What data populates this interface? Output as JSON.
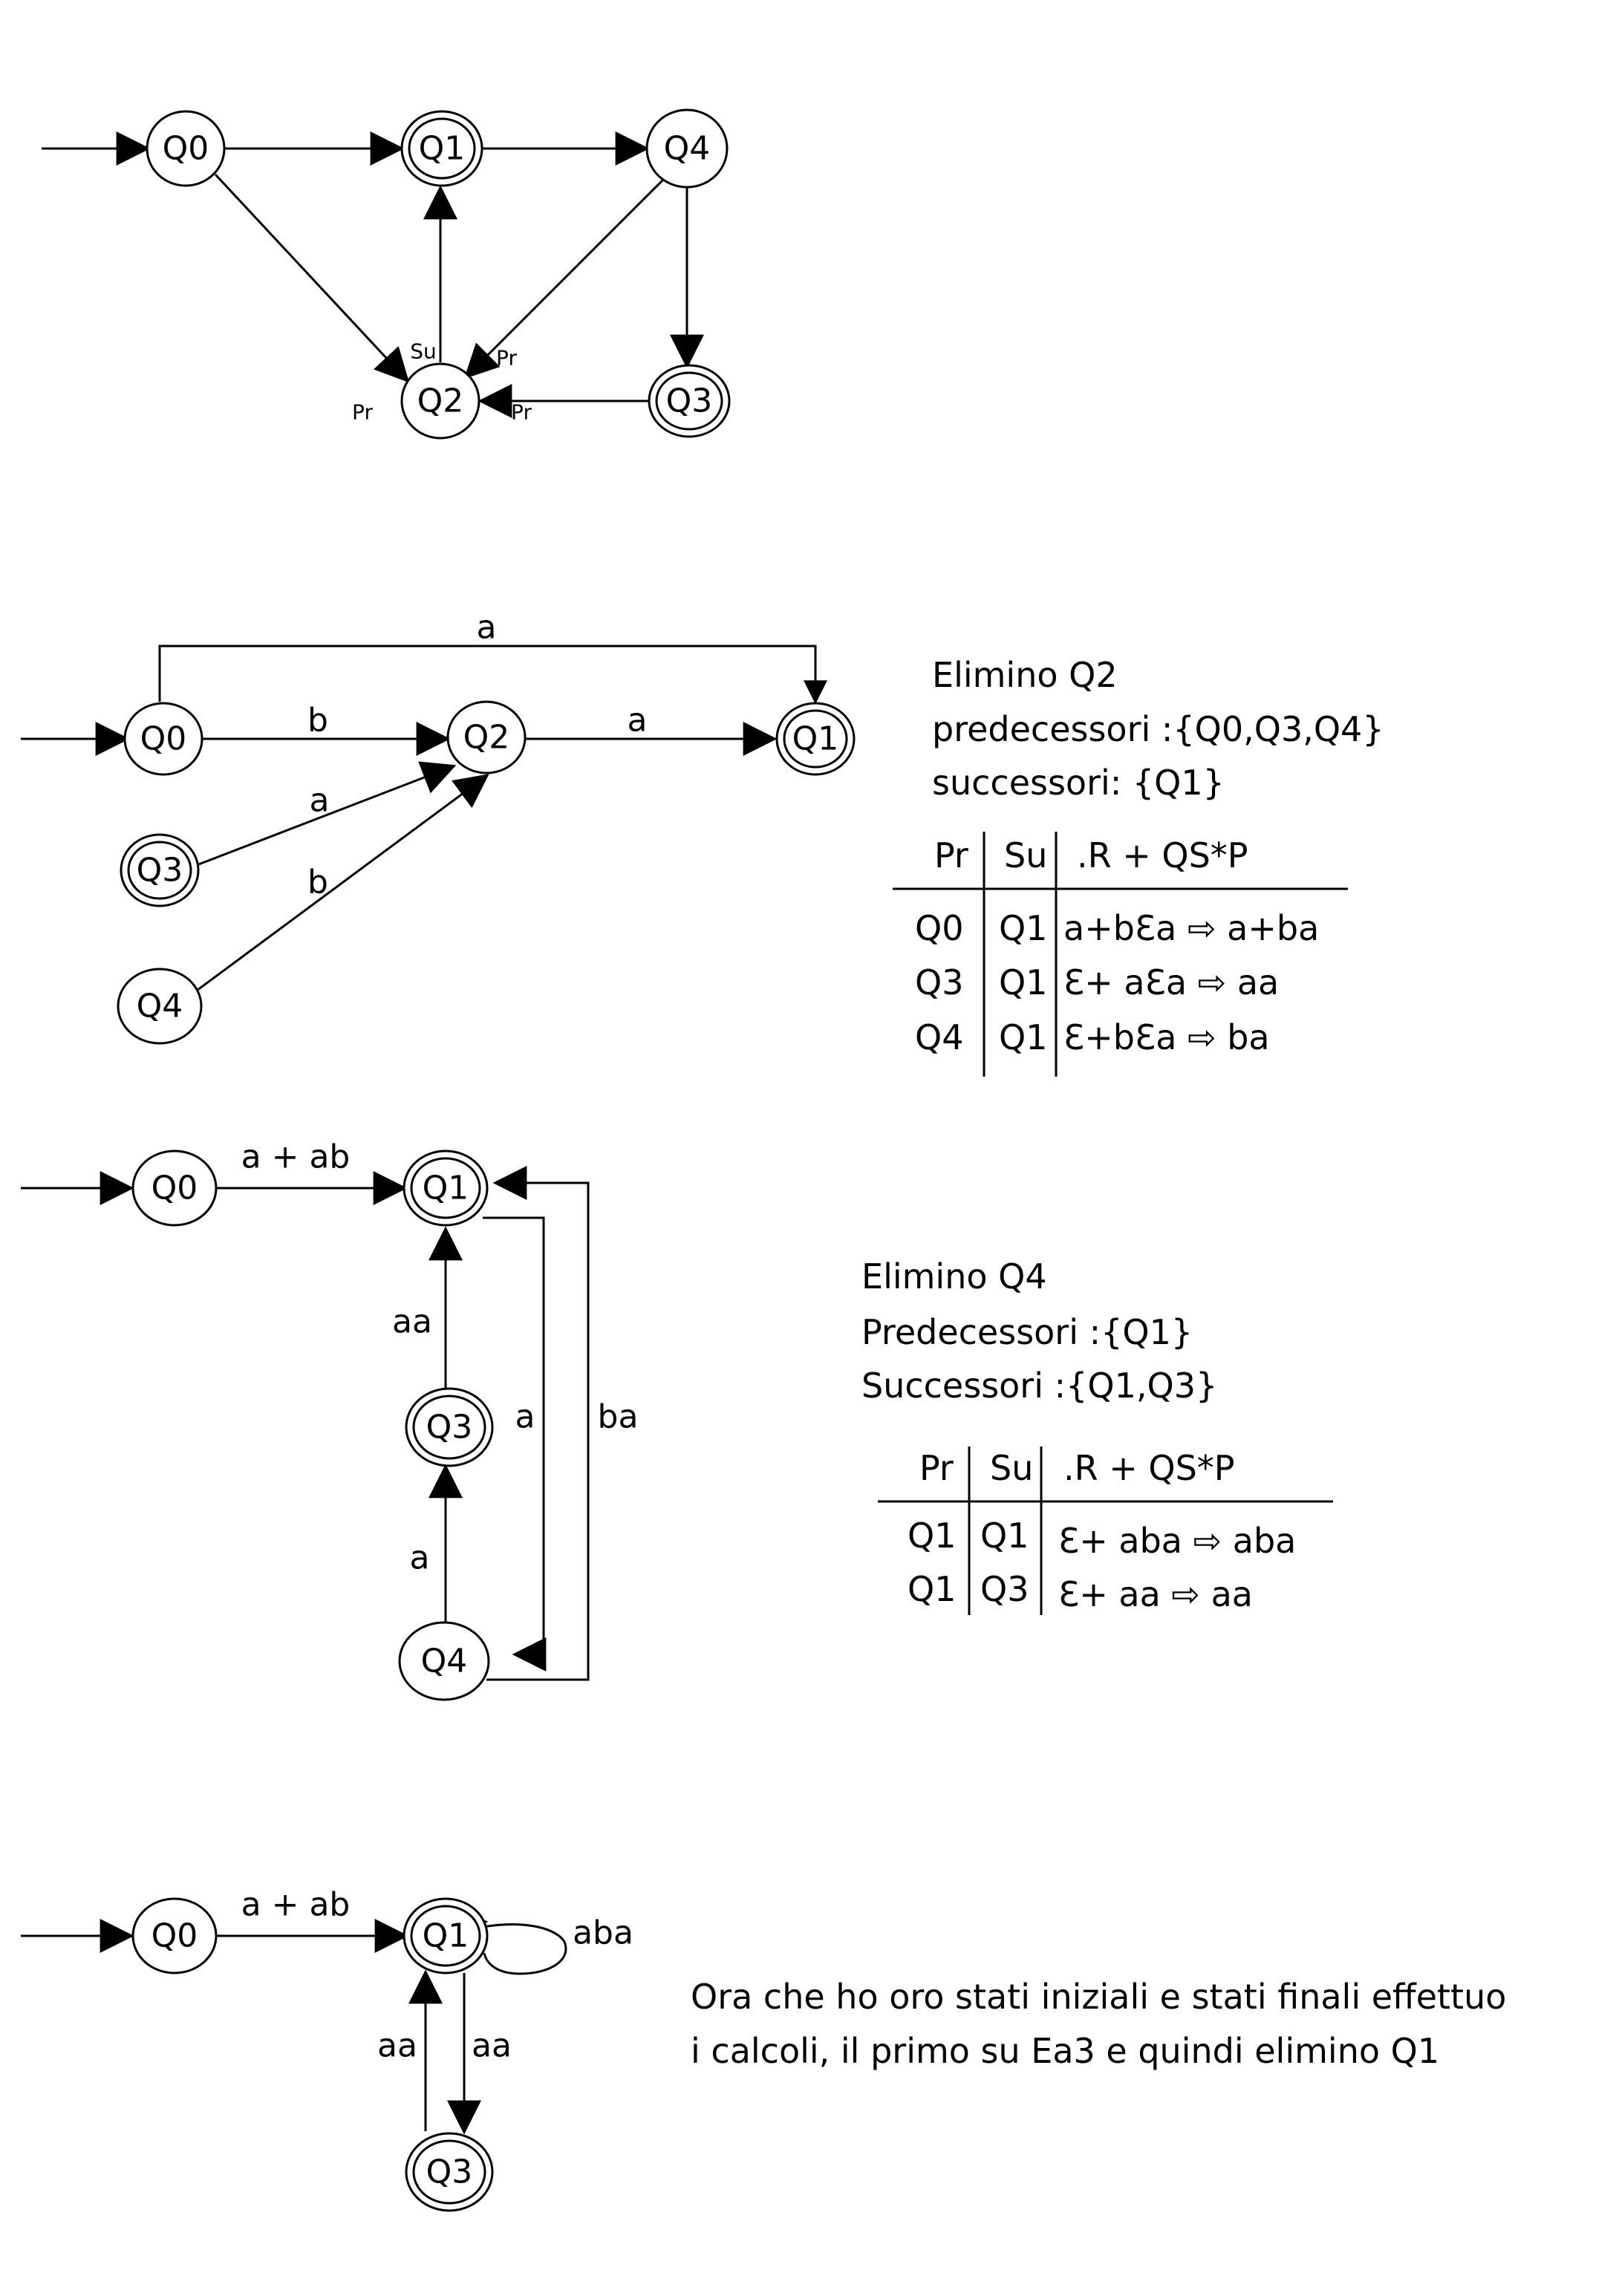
{
  "diagrams": [
    {
      "name": "d1",
      "nodes": [
        {
          "id": "Q0",
          "label": "Q0",
          "final": false
        },
        {
          "id": "Q1",
          "label": "Q1",
          "final": true
        },
        {
          "id": "Q4",
          "label": "Q4",
          "final": false
        },
        {
          "id": "Q2",
          "label": "Q2",
          "final": false
        },
        {
          "id": "Q3",
          "label": "Q3",
          "final": true
        }
      ],
      "tags": [
        "Su",
        "Pr",
        "Pr",
        "Pr"
      ]
    },
    {
      "name": "d2",
      "nodes": [
        {
          "id": "Q0",
          "label": "Q0",
          "final": false
        },
        {
          "id": "Q2",
          "label": "Q2",
          "final": false
        },
        {
          "id": "Q1",
          "label": "Q1",
          "final": true
        },
        {
          "id": "Q3",
          "label": "Q3",
          "final": true
        },
        {
          "id": "Q4",
          "label": "Q4",
          "final": false
        }
      ],
      "edge_labels": [
        "a",
        "b",
        "a",
        "a",
        "b"
      ]
    },
    {
      "name": "d3",
      "nodes": [
        {
          "id": "Q0",
          "label": "Q0",
          "final": false
        },
        {
          "id": "Q1",
          "label": "Q1",
          "final": true
        },
        {
          "id": "Q3",
          "label": "Q3",
          "final": true
        },
        {
          "id": "Q4",
          "label": "Q4",
          "final": false
        }
      ],
      "edge_labels": [
        "a + ab",
        "aa",
        "a",
        "a",
        "ba"
      ]
    },
    {
      "name": "d4",
      "nodes": [
        {
          "id": "Q0",
          "label": "Q0",
          "final": false
        },
        {
          "id": "Q1",
          "label": "Q1",
          "final": true
        },
        {
          "id": "Q3",
          "label": "Q3",
          "final": true
        }
      ],
      "edge_labels": [
        "a + ab",
        "aba",
        "aa",
        "aa"
      ]
    }
  ],
  "notes": {
    "elim_q2": {
      "lines": [
        "Elimino Q2",
        "predecessori :{Q0,Q3,Q4}",
        "successori: {Q1}"
      ],
      "table": {
        "headers": [
          "Pr",
          "Su",
          ".R + QS*P"
        ],
        "rows": [
          [
            "Q0",
            "Q1",
            "a+bƐa ⇨ a+ba"
          ],
          [
            "Q3",
            "Q1",
            "Ɛ+ aƐa ⇨ aa"
          ],
          [
            "Q4",
            "Q1",
            "Ɛ+bƐa ⇨ ba"
          ]
        ]
      }
    },
    "elim_q4": {
      "lines": [
        "Elimino Q4",
        "Predecessori :{Q1}",
        "Successori :{Q1,Q3}"
      ],
      "table": {
        "headers": [
          "Pr",
          "Su",
          ".R + QS*P"
        ],
        "rows": [
          [
            "Q1",
            "Q1",
            "Ɛ+ aba ⇨ aba"
          ],
          [
            "Q1",
            "Q3",
            "Ɛ+ aa ⇨ aa"
          ]
        ]
      }
    },
    "final": {
      "lines": [
        "Ora che ho oro stati iniziali e stati finali effettuo",
        "i calcoli, il primo su Ea3 e quindi elimino Q1"
      ]
    }
  }
}
